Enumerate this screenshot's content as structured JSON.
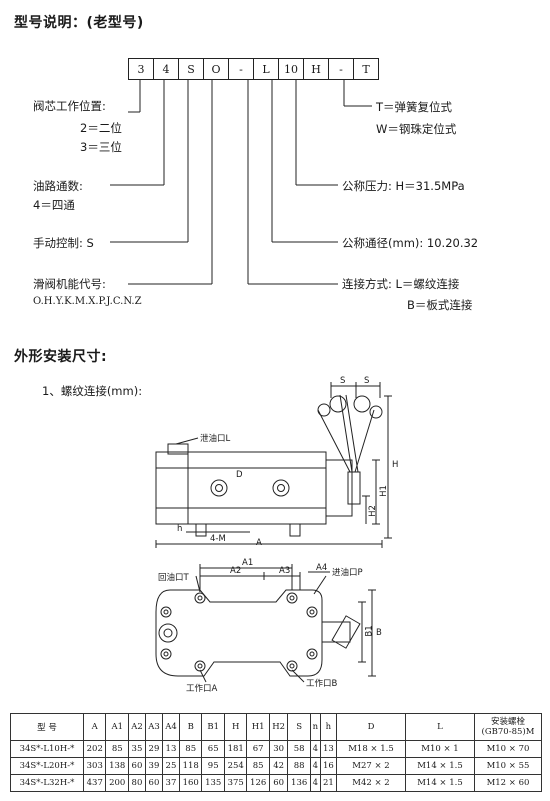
{
  "section1_title": "型号说明：(老型号)",
  "model_code": [
    "3",
    "4",
    "S",
    "O",
    "-",
    "L",
    "10",
    "H",
    "-",
    "T"
  ],
  "left_labels": {
    "valve_pos": "阀芯工作位置:",
    "valve_pos_2": "2＝二位",
    "valve_pos_3": "3＝三位",
    "passages": "油路通数:",
    "passages_4": "4＝四通",
    "manual": "手动控制: S",
    "function": "滑阀机能代号:",
    "function_codes": "O.H.Y.K.M.X.P.J.C.N.Z"
  },
  "right_labels": {
    "t_spring": "T＝弹簧复位式",
    "w_ball": "W＝钢珠定位式",
    "pressure": "公称压力: H＝31.5MPa",
    "diameter": "公称通径(mm): 10.20.32",
    "connection": "连接方式: L＝螺纹连接",
    "connection_b": "B＝板式连接"
  },
  "section2_title": "外形安装尺寸:",
  "subsection_title": "1、螺纹连接(mm):",
  "drawing_labels": {
    "drain_port": "泄油口L",
    "return_port": "回油口T",
    "inlet_port": "进油口P",
    "work_port_a": "工作口A",
    "work_port_b": "工作口B",
    "d": "D",
    "a": "A",
    "four_m": "4-M",
    "h_small": "h",
    "s1": "S",
    "s2": "S",
    "h": "H",
    "h1": "H1",
    "h2": "H2",
    "a1": "A1",
    "a2": "A2",
    "a3": "A3",
    "a4": "A4",
    "b": "B",
    "b1": "B1"
  },
  "table": {
    "headers": [
      "型 号",
      "A",
      "A1",
      "A2",
      "A3",
      "A4",
      "B",
      "B1",
      "H",
      "H1",
      "H2",
      "S",
      "n",
      "h",
      "D",
      "L",
      "安装螺栓\n(GB70-85)M"
    ],
    "rows": [
      [
        "34S*-L10H-*",
        "202",
        "85",
        "35",
        "29",
        "13",
        "85",
        "65",
        "181",
        "67",
        "30",
        "58",
        "4",
        "13",
        "M18 × 1.5",
        "M10 × 1",
        "M10 × 70"
      ],
      [
        "34S*-L20H-*",
        "303",
        "138",
        "60",
        "39",
        "25",
        "118",
        "95",
        "254",
        "85",
        "42",
        "88",
        "4",
        "16",
        "M27 × 2",
        "M14 × 1.5",
        "M10 × 55"
      ],
      [
        "34S*-L32H-*",
        "437",
        "200",
        "80",
        "60",
        "37",
        "160",
        "135",
        "375",
        "126",
        "60",
        "136",
        "4",
        "21",
        "M42 × 2",
        "M14 × 1.5",
        "M12 × 60"
      ]
    ]
  }
}
